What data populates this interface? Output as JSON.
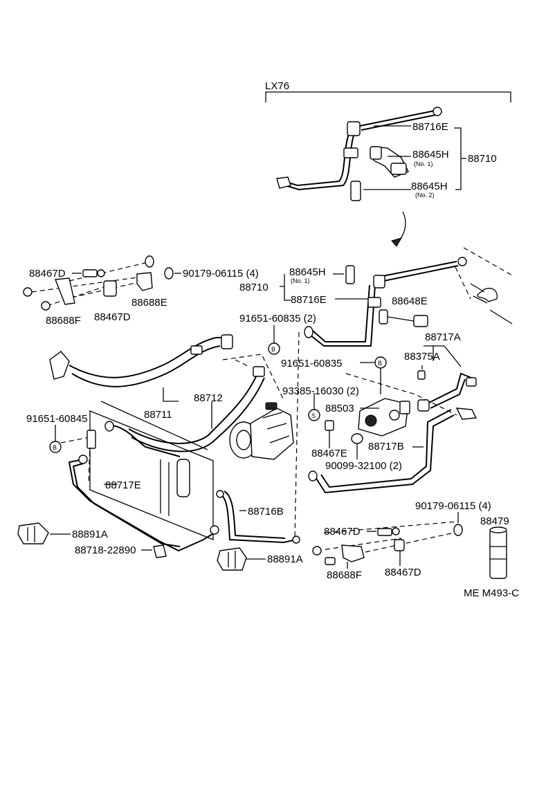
{
  "group_label": "LX76",
  "drawing_code": "ME  M493-C",
  "callouts": {
    "c88716E_top": "88716E",
    "c88645H_top1": "88645H",
    "no1_top": "(No. 1)",
    "c88710_top": "88710",
    "c88645H_top2": "88645H",
    "no2_top": "(No. 2)",
    "c88467D_ul": "88467D",
    "c90179_ul": "90179-06115 (4)",
    "c88688E_ul": "88688E",
    "c88688F_ul": "88688F",
    "c88467D_ul2": "88467D",
    "c88645H_mid": "88645H",
    "no1_mid": "(No. 1)",
    "c88710_mid": "88710",
    "c88716E_mid": "88716E",
    "c88648E": "88648E",
    "c91651_60835_a": "91651-60835 (2)",
    "c88717A": "88717A",
    "c88375A": "88375A",
    "c91651_60835_b": "91651-60835",
    "c93385": "93385-16030 (2)",
    "c88503": "88503",
    "c88711": "88711",
    "c88712": "88712",
    "c91651_60845": "91651-60845",
    "c88467E": "88467E",
    "c88717B": "88717B",
    "c90099": "90099-32100 (2)",
    "c88717E": "88717E",
    "c88716B": "88716B",
    "c88891A_l": "88891A",
    "c88718": "88718-22890",
    "c88891A_r": "88891A",
    "c90179_lr": "90179-06115 (4)",
    "c88479": "88479",
    "c88467D_lr": "88467D",
    "c88688F_lr": "88688F",
    "c88467D_lr2": "88467D"
  },
  "markers": {
    "b1": "B",
    "b2": "B",
    "b3": "B",
    "s1": "S"
  }
}
